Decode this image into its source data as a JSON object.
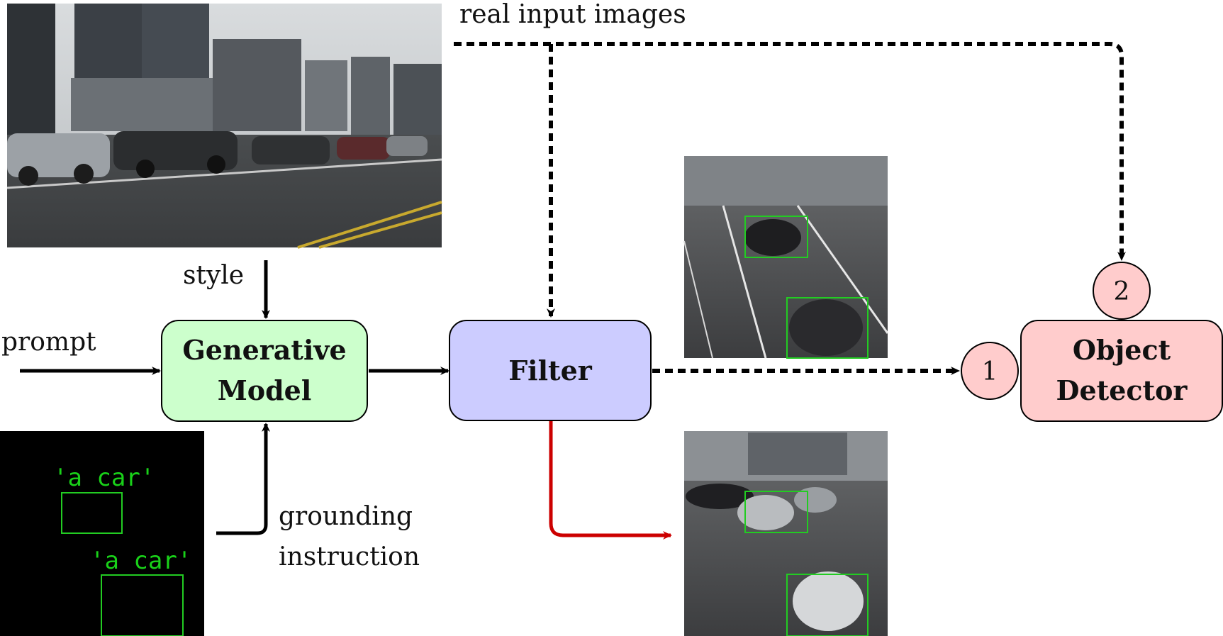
{
  "labels": {
    "real_input": "real input images",
    "style": "style",
    "prompt": "prompt",
    "grounding_line1": "grounding",
    "grounding_line2": "instruction"
  },
  "boxes": {
    "generative_line1": "Generative",
    "generative_line2": "Model",
    "filter": "Filter",
    "detector_line1": "Object",
    "detector_line2": "Detector"
  },
  "circles": {
    "one": "1",
    "two": "2"
  },
  "grounding_image": {
    "caption1": "'a car'",
    "caption2": "'a car'"
  },
  "colors": {
    "generative_fill": "#ccffcc",
    "filter_fill": "#ccccff",
    "detector_fill": "#ffcccc",
    "circle_fill": "#ffcccc",
    "reject_arrow": "#cc0000",
    "bbox_green": "#22cc22"
  }
}
